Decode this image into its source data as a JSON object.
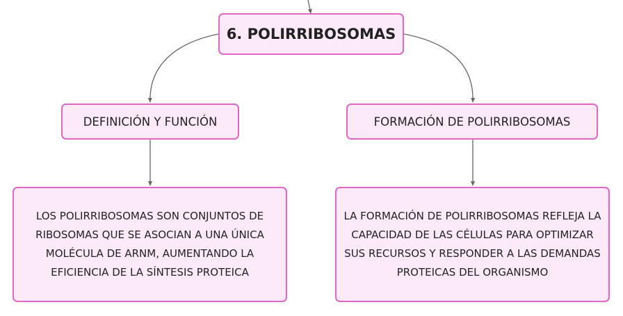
{
  "diagram": {
    "root": {
      "label": "6. POLIRRIBOSOMAS"
    },
    "branches": [
      {
        "label": "DEFINICIÓN Y FUNCIÓN",
        "child": "LOS POLIRRIBOSOMAS SON CONJUNTOS DE RIBOSOMAS QUE SE ASOCIAN A UNA ÚNICA MOLÉCULA DE ARNM, AUMENTANDO LA EFICIENCIA DE LA SÍNTESIS PROTEICA"
      },
      {
        "label": "FORMACIÓN DE POLIRRIBOSOMAS",
        "child": "LA FORMACIÓN DE POLIRRIBOSOMAS REFLEJA LA CAPACIDAD DE LAS CÉLULAS PARA OPTIMIZAR SUS RECURSOS Y RESPONDER A LAS DEMANDAS PROTEICAS DEL ORGANISMO"
      }
    ],
    "colors": {
      "node_fill": "#fdeaf9",
      "node_border": "#e066c8",
      "connector": "#666666",
      "text": "#222222"
    }
  }
}
